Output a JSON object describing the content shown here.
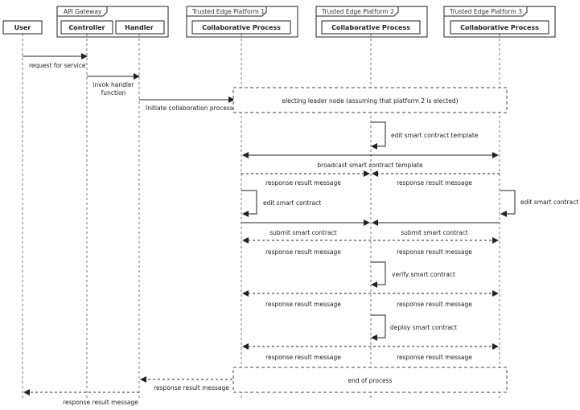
{
  "actors": [
    {
      "id": "user",
      "label": "User",
      "group": ""
    },
    {
      "id": "controller",
      "label": "Controller",
      "group": "API Gateway"
    },
    {
      "id": "handler",
      "label": "Handler",
      "group": ""
    },
    {
      "id": "p1",
      "label": "Collaborative Process",
      "group": "Trusted Edge Platform 1"
    },
    {
      "id": "p2",
      "label": "Collaborative Process",
      "group": "Trusted Edge Platform 2"
    },
    {
      "id": "p3",
      "label": "Collaborative Process",
      "group": "Trusted Edge Platform 3"
    }
  ],
  "messages": [
    {
      "text": "request for service"
    },
    {
      "text": "invok handler function"
    },
    {
      "text": "Initiate collaboration process"
    },
    {
      "text": "electing leader node (assuming that platform 2 is elected)"
    },
    {
      "text": "edit smart contract template"
    },
    {
      "text": "broadcast smart contract template"
    },
    {
      "text": "response result message"
    },
    {
      "text": "response result message"
    },
    {
      "text": "edit smart contract"
    },
    {
      "text": "edit smart contract"
    },
    {
      "text": "submit smart contract"
    },
    {
      "text": "submit smart contract"
    },
    {
      "text": "response result message"
    },
    {
      "text": "response result message"
    },
    {
      "text": "verify smart contract"
    },
    {
      "text": "response result message"
    },
    {
      "text": "response result message"
    },
    {
      "text": "deploy smart contract"
    },
    {
      "text": "response result message"
    },
    {
      "text": "response result message"
    },
    {
      "text": "end of process"
    },
    {
      "text": "response result message"
    },
    {
      "text": "response result message"
    }
  ]
}
